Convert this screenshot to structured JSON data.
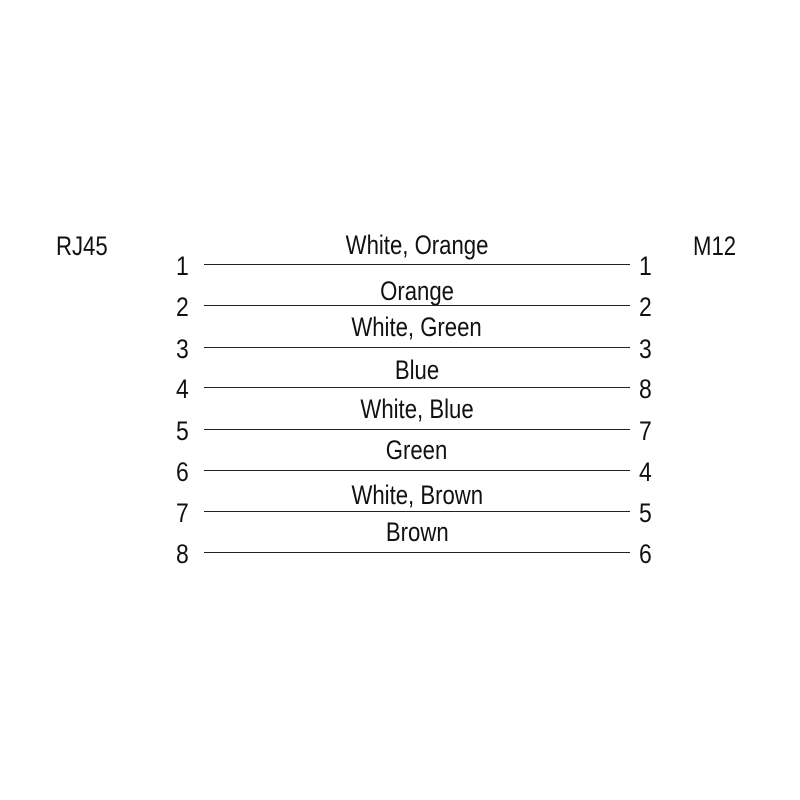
{
  "left_connector": "RJ45",
  "right_connector": "M12",
  "wires": [
    {
      "left_pin": "1",
      "right_pin": "1",
      "color": "White, Orange"
    },
    {
      "left_pin": "2",
      "right_pin": "2",
      "color": "Orange"
    },
    {
      "left_pin": "3",
      "right_pin": "3",
      "color": "White, Green"
    },
    {
      "left_pin": "4",
      "right_pin": "8",
      "color": "Blue"
    },
    {
      "left_pin": "5",
      "right_pin": "7",
      "color": "White, Blue"
    },
    {
      "left_pin": "6",
      "right_pin": "4",
      "color": "Green"
    },
    {
      "left_pin": "7",
      "right_pin": "5",
      "color": "White, Brown"
    },
    {
      "left_pin": "8",
      "right_pin": "6",
      "color": "Brown"
    }
  ]
}
